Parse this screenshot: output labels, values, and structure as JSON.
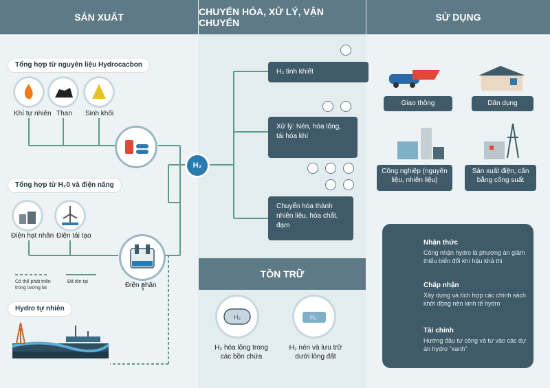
{
  "headers": {
    "production": "SẢN XUẤT",
    "conversion": "CHUYỂN HÓA, XỬ LÝ, VẬN CHUYỂN",
    "usage": "SỬ DỤNG",
    "storage": "TỒN TRỮ"
  },
  "production": {
    "hydrocarbon_title": "Tổng hợp từ nguyên liệu Hydrocacbon",
    "gas": "Khí tự nhiên",
    "coal": "Than",
    "biomass": "Sinh khối",
    "water_title": "Tổng hợp từ H₂0 và điện năng",
    "nuclear": "Điện hạt nhân",
    "renewable": "Điện tái tạo",
    "electrolysis": "Điện phân",
    "legend_future": "Có thể phát triển trong tương lai",
    "legend_existing": "Đã tồn tại",
    "natural_title": "Hydro tự nhiên"
  },
  "conversion": {
    "hub": "H₂",
    "pure": "H₂ tinh khiết",
    "process": "Xử lý: Nén, hóa lỏng, tái hóa khí",
    "convert": "Chuyển hóa thành nhiên liệu, hóa chất, đạm"
  },
  "storage": {
    "liquid": "H₂ hóa lỏng trong các bồn chứa",
    "underground": "H₂ nén và lưu trữ dưới lòng đất"
  },
  "usage": {
    "transport": "Giao thông",
    "civil": "Dân dụng",
    "industry": "Công nghiệp (nguyên liệu, nhiên liệu)",
    "power": "Sản xuất điện, cân bằng công suất"
  },
  "panel": {
    "awareness_title": "Nhận thức",
    "awareness_text": "Công nhận hydro là phương án giảm thiểu biến đổi khí hậu khả thi",
    "accept_title": "Chấp nhận",
    "accept_text": "Xây dựng và tích hợp các chính sách khởi động nền kinh tế hydro",
    "finance_title": "Tài chính",
    "finance_text": "Hướng đầu tư công và tư vào các dự án hydro \"xanh\""
  },
  "colors": {
    "header": "#5f7a87",
    "dark_box": "#3f5a68",
    "line": "#5b9a88",
    "accent": "#2a7bb0"
  }
}
